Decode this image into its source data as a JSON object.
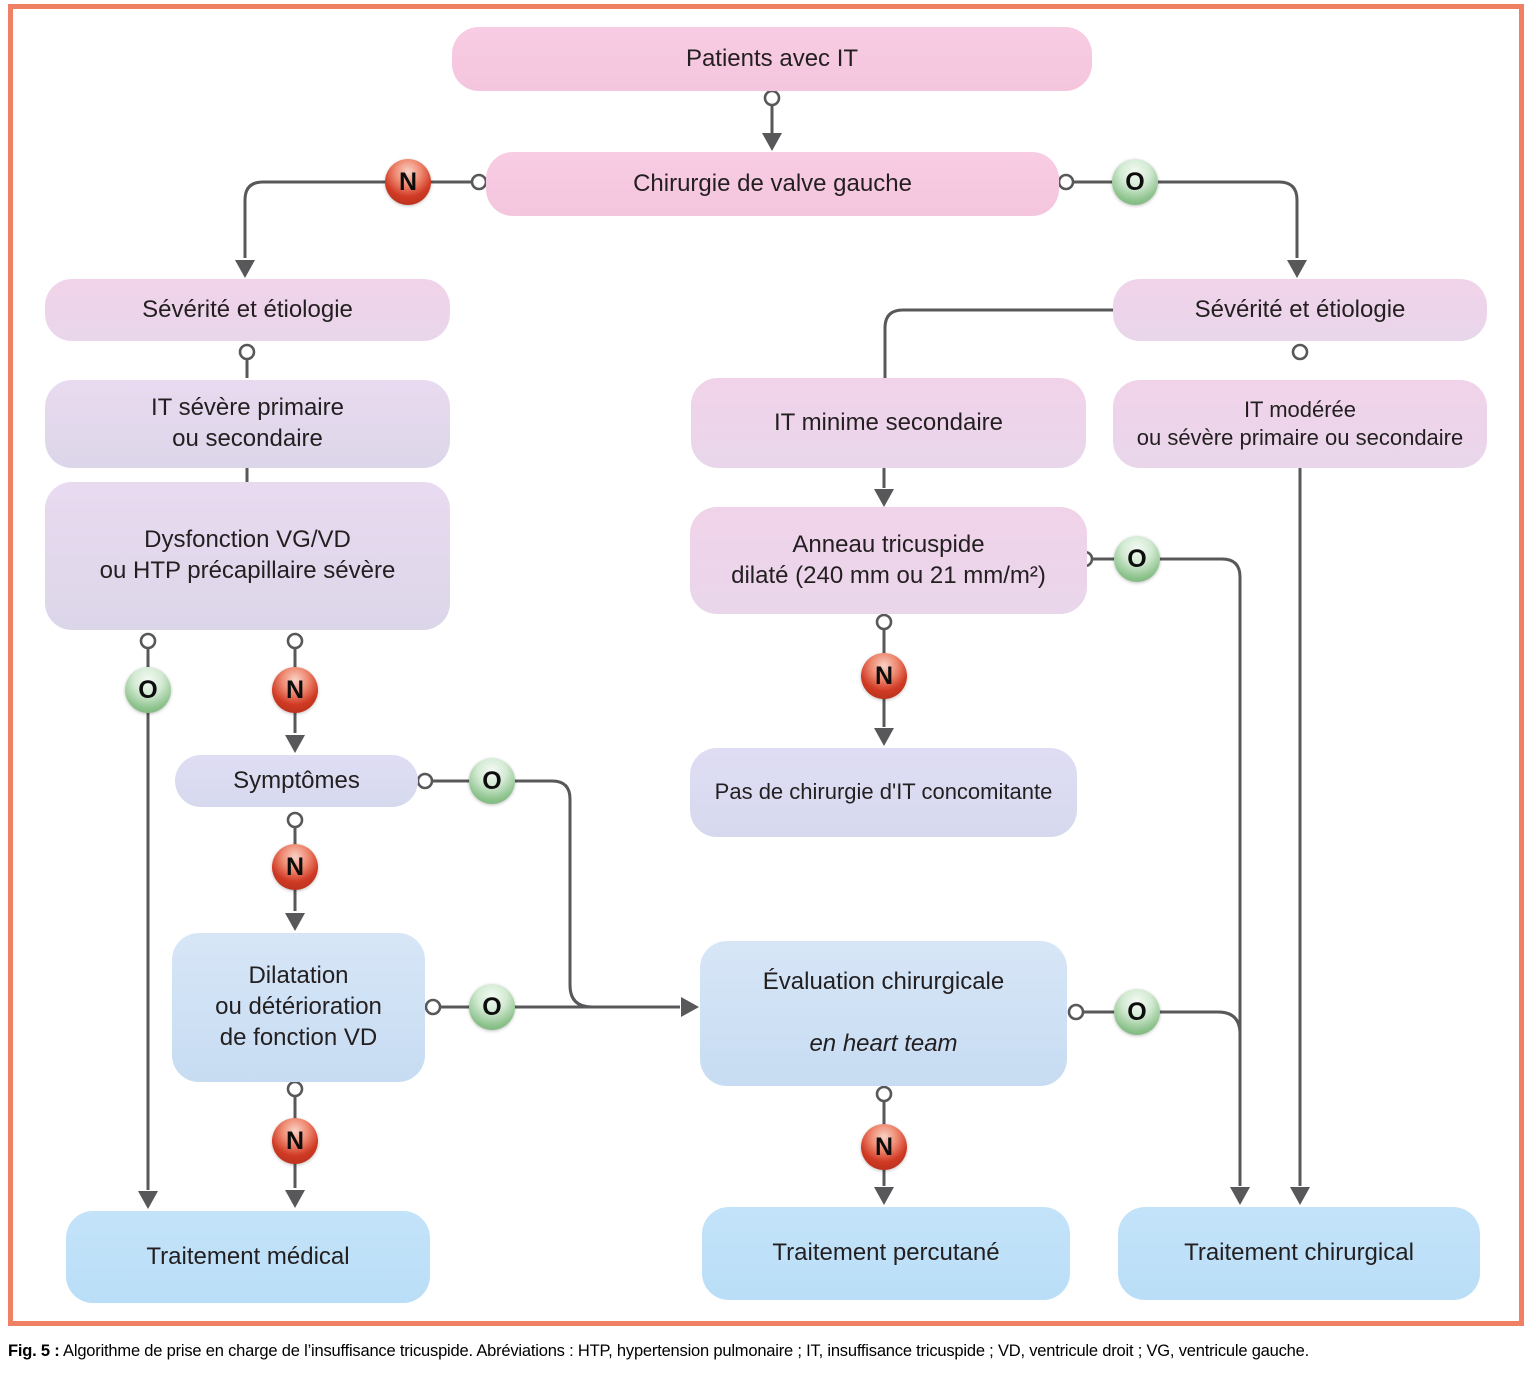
{
  "figure": {
    "caption": {
      "prefix": "Fig. 5 :",
      "text": " Algorithme de prise en charge de l’insuffisance tricuspide. Abréviations : HTP, hypertension pulmonaire ; IT, insuffisance tricuspide ; VD, ventricule droit ; VG, ventricule gauche."
    }
  },
  "badges": {
    "yes_label": "O",
    "no_label": "N"
  },
  "colors": {
    "figure_border": "#ef8064",
    "connector": "#58585b",
    "text": "#231f20",
    "badge_no": "#d03a24",
    "badge_yes": "#8cc28c",
    "box_pink_top": "#f8cce3",
    "box_pink_bottom": "#f4c6de",
    "box_rose_top": "#f1d3e9",
    "box_rose_bottom": "#e9d6eb",
    "box_lavender_top": "#e9daf0",
    "box_lavender_bottom": "#dcd6e9",
    "box_periwinkle_top": "#dfddf4",
    "box_periwinkle_bottom": "#d6d9ee",
    "box_blue_top": "#d7e6f7",
    "box_blue_bottom": "#c7dcf2",
    "box_sky_top": "#c3e3f9",
    "box_sky_bottom": "#badef7"
  },
  "nodes": {
    "patients": {
      "label": "Patients avec IT"
    },
    "chirurgie_valve_gauche": {
      "label": "Chirurgie de valve gauche"
    },
    "severite_gauche": {
      "label": "Sévérité et étiologie"
    },
    "severite_droite": {
      "label": "Sévérité et étiologie"
    },
    "it_severe": {
      "label": "IT sévère primaire\nou secondaire"
    },
    "dysfonction": {
      "label": "Dysfonction VG/VD\nou HTP précapillaire sévère"
    },
    "it_minime": {
      "label": "IT minime secondaire"
    },
    "it_moderee": {
      "label": "IT modérée\nou sévère primaire ou secondaire"
    },
    "anneau": {
      "label": "Anneau tricuspide\ndilaté (240 mm ou 21 mm/m²)"
    },
    "symptomes": {
      "label": "Symptômes"
    },
    "pas_chirurgie": {
      "label": "Pas de chirurgie d'IT concomitante"
    },
    "dilatation": {
      "label": "Dilatation\nou détérioration\nde fonction VD"
    },
    "evaluation": {
      "line1": "Évaluation chirurgicale",
      "line2": "en heart team"
    },
    "traitement_medical": {
      "label": "Traitement médical"
    },
    "traitement_percutane": {
      "label": "Traitement percutané"
    },
    "traitement_chirurgical": {
      "label": "Traitement chirurgical"
    }
  }
}
